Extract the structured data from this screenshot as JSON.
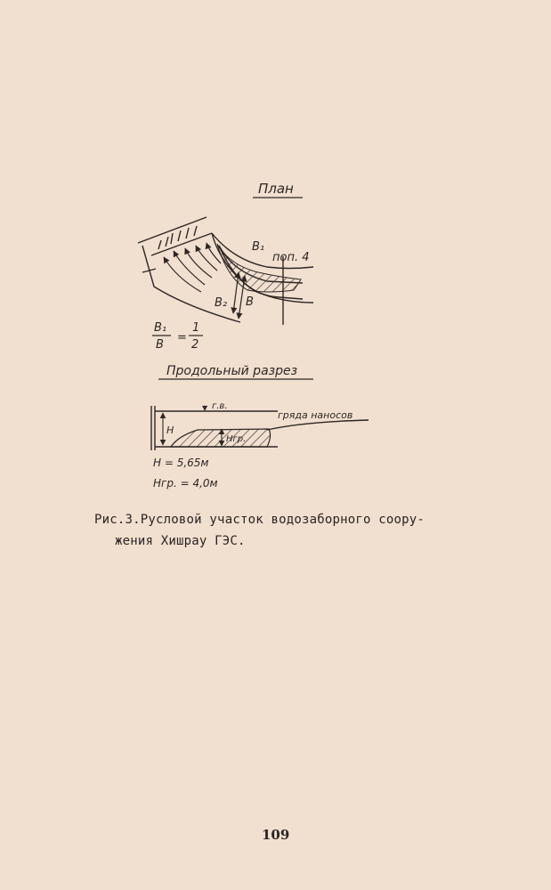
{
  "figure": {
    "plan": {
      "title": "План",
      "label_b1": "B₁",
      "label_b2": "B₂",
      "label_b": "B",
      "label_section": "поп. 4",
      "ratio_numerator": "B₁",
      "ratio_denominator": "B",
      "ratio_equals": "=",
      "ratio_value_num": "1",
      "ratio_value_den": "2"
    },
    "profile": {
      "title": "Продольный разрез",
      "label_water_level": "г.в.",
      "label_sediment_ridge": "гряда наносов",
      "label_h": "H",
      "label_hgr": "Hгр.",
      "formula_h": "H = 5,65м",
      "formula_hgr": "Hгр. = 4,0м"
    }
  },
  "caption": {
    "line1": "Рис.3.Русловой участок водозаборного соору-",
    "line2": "жения Хишрау ГЭС."
  },
  "page_number": "109"
}
